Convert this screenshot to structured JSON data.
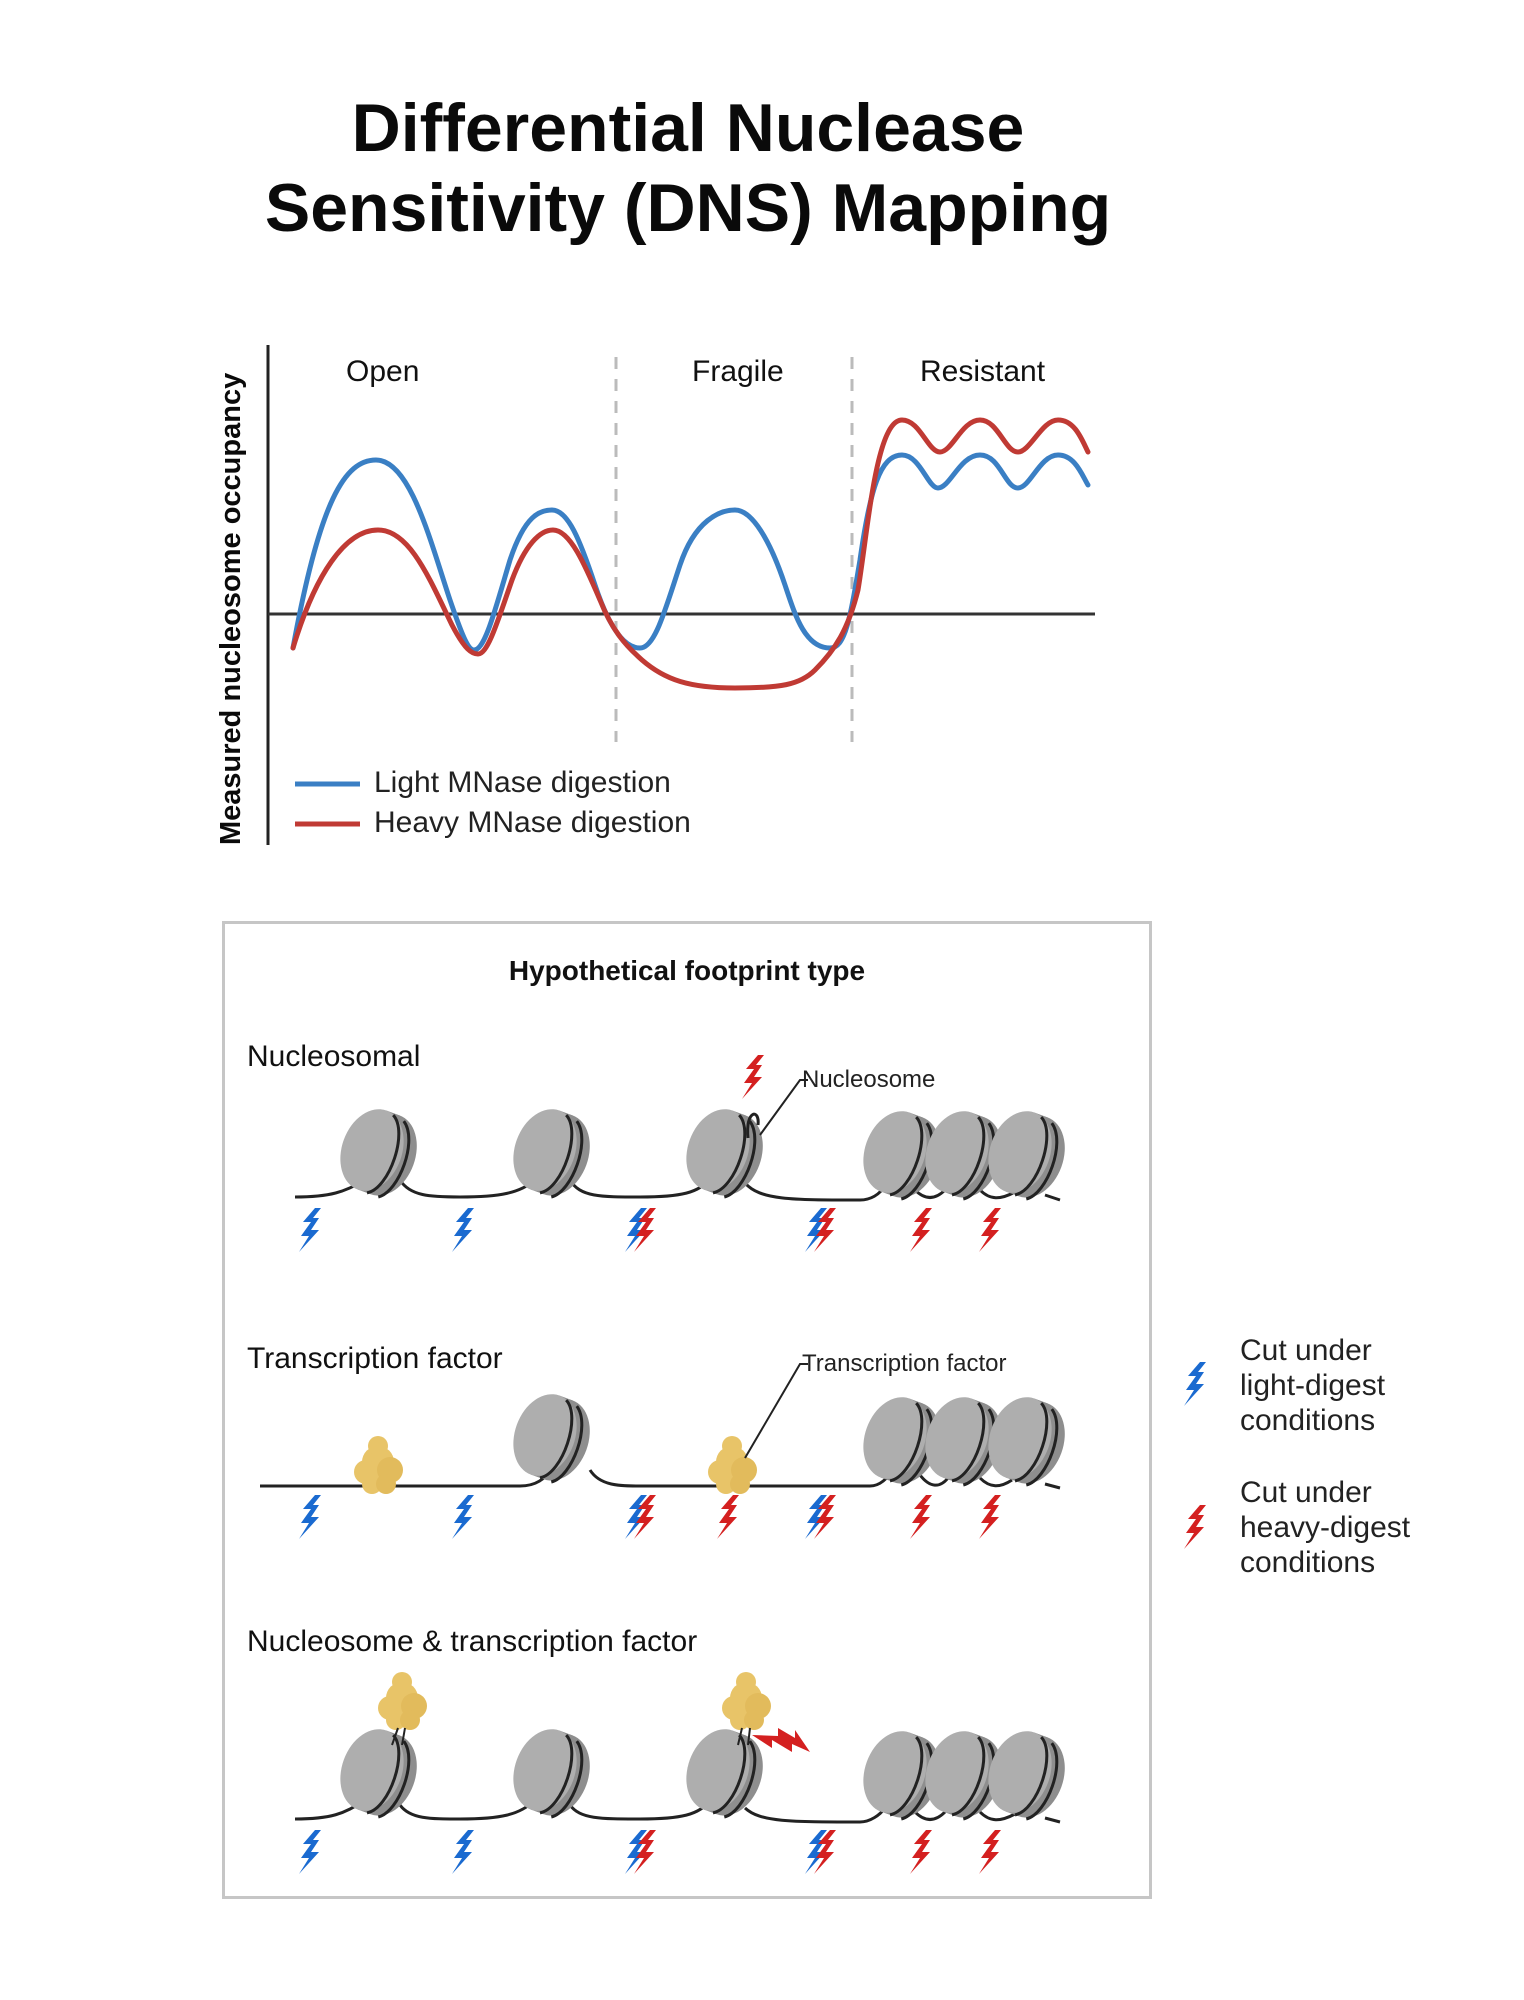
{
  "title": {
    "line1": "Differential Nuclease",
    "line2": "Sensitivity (DNS) Mapping"
  },
  "chart": {
    "ylabel": "Measured nucleosome occupancy",
    "regions": [
      "Open",
      "Fragile",
      "Resistant"
    ],
    "legend": [
      {
        "label": "Light MNase digestion",
        "color": "#3a7fc4"
      },
      {
        "label": "Heavy MNase digestion",
        "color": "#c03a34"
      }
    ]
  },
  "chart_data": {
    "type": "line",
    "title": "Differential Nuclease Sensitivity (DNS) Mapping",
    "xlabel": "",
    "ylabel": "Measured nucleosome occupancy",
    "regions": [
      "Open",
      "Fragile",
      "Resistant"
    ],
    "x": [
      0,
      1,
      2,
      3,
      4,
      5,
      6,
      7,
      8,
      9,
      10,
      11,
      12,
      13
    ],
    "series": [
      {
        "name": "Light MNase digestion",
        "color": "#3a7fc4",
        "values": [
          -0.3,
          1.4,
          -0.3,
          0.9,
          -0.3,
          0.9,
          -0.3,
          1.5,
          1.2,
          1.5,
          1.2,
          1.5,
          1.2,
          1.2
        ]
      },
      {
        "name": "Heavy MNase digestion",
        "color": "#c03a34",
        "values": [
          -0.3,
          0.75,
          -0.35,
          0.8,
          -0.2,
          -0.65,
          -0.3,
          1.8,
          1.5,
          1.8,
          1.5,
          1.8,
          1.5,
          1.5
        ]
      }
    ],
    "zero_line": true,
    "region_dividers": true,
    "legend_position": "lower-left"
  },
  "panel": {
    "title": "Hypothetical footprint type",
    "rows": [
      {
        "label": "Nucleosomal",
        "callout": "Nucleosome"
      },
      {
        "label": "Transcription factor",
        "callout": "Transcription factor"
      },
      {
        "label": "Nucleosome & transcription factor",
        "callout": ""
      }
    ]
  },
  "key": [
    {
      "label_lines": [
        "Cut under",
        "light-digest",
        "conditions"
      ],
      "icon": "blue-lightning-icon",
      "color": "#1a6ad0"
    },
    {
      "label_lines": [
        "Cut under",
        "heavy-digest",
        "conditions"
      ],
      "icon": "red-lightning-icon",
      "color": "#d42020"
    }
  ],
  "colors": {
    "light": "#3a7fc4",
    "heavy": "#c03a34",
    "bolt_blue": "#1a6ad0",
    "bolt_red": "#d42020",
    "nucleosome_light": "#aeaeae",
    "nucleosome_dark": "#8e8e8e",
    "tf": "#e8c468"
  }
}
